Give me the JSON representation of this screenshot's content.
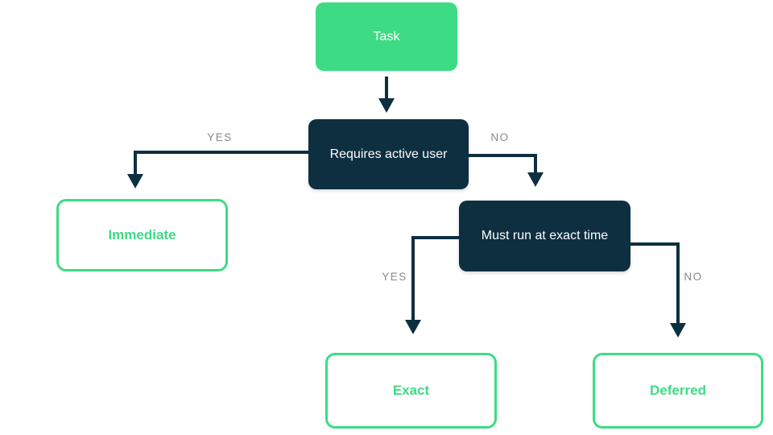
{
  "diagram": {
    "type": "flowchart",
    "colors": {
      "green": "#3ddc84",
      "navy": "#0d2f40",
      "edge": "#0d2f40",
      "label_gray": "#8a8a8a",
      "background": "#ffffff"
    },
    "nodes": {
      "task": {
        "label": "Task"
      },
      "requires_active_user": {
        "label": "Requires active user"
      },
      "immediate": {
        "label": "Immediate"
      },
      "must_run_at_exact_time": {
        "label": "Must run at exact time"
      },
      "exact": {
        "label": "Exact"
      },
      "deferred": {
        "label": "Deferred"
      }
    },
    "edge_labels": {
      "requires_yes": "YES",
      "requires_no": "NO",
      "must_run_yes": "YES",
      "must_run_no": "NO"
    }
  }
}
